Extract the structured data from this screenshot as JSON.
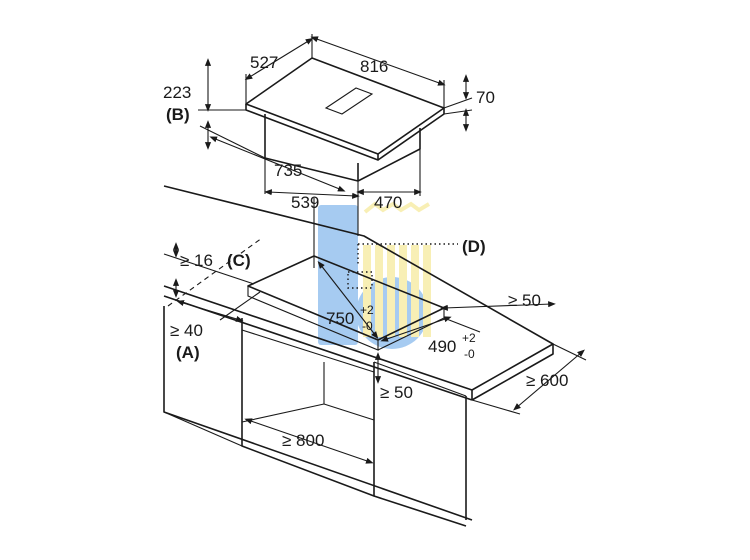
{
  "dimensions": {
    "hob_depth": "527",
    "hob_width": "816",
    "unit_height": "223",
    "unit_height_ref": "(B)",
    "hob_thickness": "70",
    "body_width": "735",
    "body_depth": "539",
    "body_offset": "470",
    "min_clearance_rear": "≥ 16",
    "min_clearance_rear_ref": "(C)",
    "detail_ref": "(D)",
    "cutout_width": "750",
    "cutout_width_tol_plus": "+2",
    "cutout_width_tol_minus": "-0",
    "cutout_depth": "490",
    "cutout_depth_tol_plus": "+2",
    "cutout_depth_tol_minus": "-0",
    "min_side_clearance": "≥ 50",
    "min_worktop_depth": "≥ 600",
    "min_front_clearance": "≥ 40",
    "min_front_clearance_ref": "(A)",
    "min_gap_below": "≥ 50",
    "min_cabinet_width": "≥ 800"
  },
  "colors": {
    "line": "#1a1a1a",
    "watermark_blue": "#5ea2e6",
    "watermark_yellow": "#f4e27a"
  }
}
